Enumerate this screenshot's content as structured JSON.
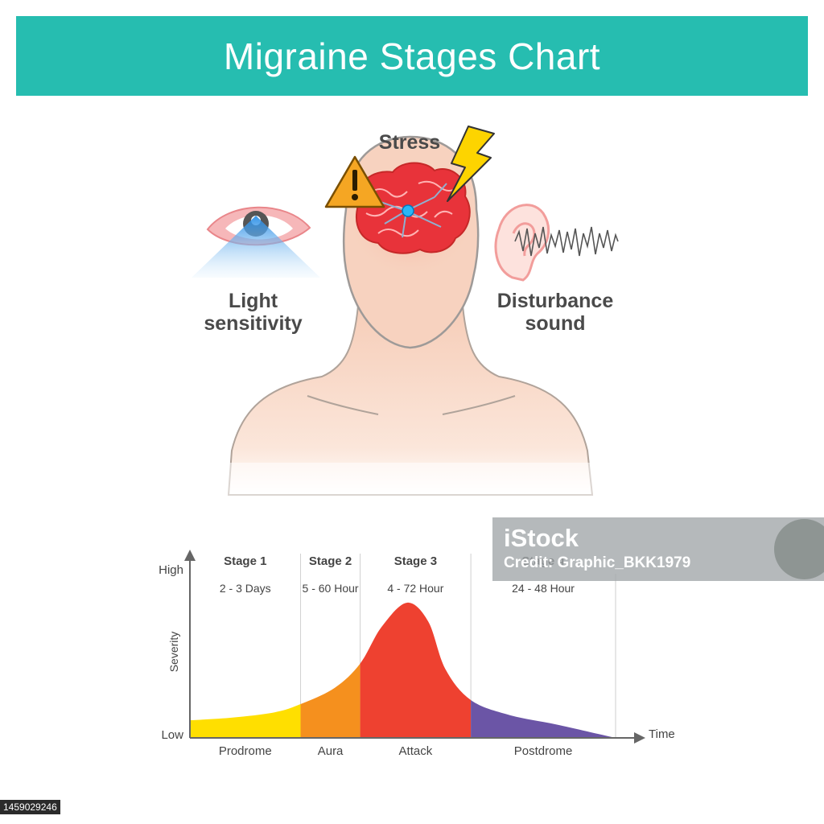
{
  "title": "Migraine Stages Chart",
  "labels": {
    "stress": "Stress",
    "light_line1": "Light",
    "light_line2": "sensitivity",
    "sound_line1": "Disturbance",
    "sound_line2": "sound"
  },
  "icons": {
    "warning": "warning-triangle-icon",
    "lightning": "lightning-bolt-icon",
    "eye": "eye-icon",
    "ear": "ear-icon",
    "brain": "brain-icon",
    "soundwave": "sound-wave-icon"
  },
  "colors": {
    "banner": "#26bdb0",
    "prodrome": "#ffdf00",
    "aura": "#f5901e",
    "attack": "#ee4130",
    "postdrome": "#6b55a6",
    "skin": "#f8d7c3",
    "brain": "#e8333a",
    "warning": "#f5a623"
  },
  "chart_data": {
    "type": "area",
    "xlabel": "Time",
    "ylabel": "Severity",
    "y_ticks": [
      "Low",
      "High"
    ],
    "stages": [
      {
        "name": "Stage 1",
        "duration": "2 - 3 Days",
        "phase": "Prodrome",
        "color": "#ffdf00"
      },
      {
        "name": "Stage 2",
        "duration": "5 - 60 Hour",
        "phase": "Aura",
        "color": "#f5901e"
      },
      {
        "name": "Stage 3",
        "duration": "4 - 72 Hour",
        "phase": "Attack",
        "color": "#ee4130"
      },
      {
        "name": "Stage 4",
        "duration": "24 - 48 Hour",
        "phase": "Postdrome",
        "color": "#6b55a6"
      }
    ],
    "severity_profile": [
      {
        "t": 0.0,
        "v": 0.13
      },
      {
        "t": 0.1,
        "v": 0.15
      },
      {
        "t": 0.2,
        "v": 0.19
      },
      {
        "t": 0.26,
        "v": 0.25
      },
      {
        "t": 0.34,
        "v": 0.37
      },
      {
        "t": 0.4,
        "v": 0.55
      },
      {
        "t": 0.45,
        "v": 0.82
      },
      {
        "t": 0.51,
        "v": 1.0
      },
      {
        "t": 0.56,
        "v": 0.86
      },
      {
        "t": 0.6,
        "v": 0.51
      },
      {
        "t": 0.66,
        "v": 0.28
      },
      {
        "t": 0.75,
        "v": 0.17
      },
      {
        "t": 0.86,
        "v": 0.1
      },
      {
        "t": 1.0,
        "v": 0.0
      }
    ],
    "stage_boundaries": [
      0.26,
      0.4,
      0.66
    ]
  },
  "watermark": {
    "logo": "iStock",
    "credit": "Credit: Graphic_BKK1979"
  },
  "image_id": "1459029246"
}
